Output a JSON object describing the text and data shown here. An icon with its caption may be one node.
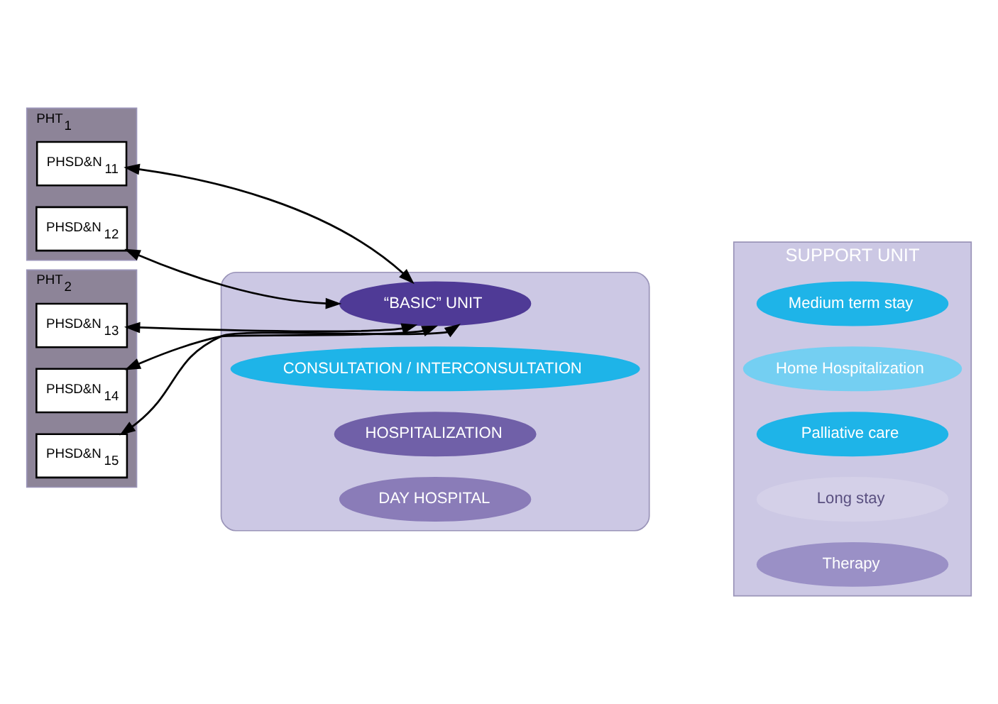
{
  "diagram": {
    "nodes": [
      {
        "text": [
          "PHT$_{1}$"
        ]
      },
      {
        "text": [
          "PHSD&N$_{11}$"
        ],
        "in": 0
      },
      {
        "text": [
          "PHSD&N$_{12}$"
        ],
        "in": 0
      },
      {
        "text": [
          "PHT$_{2}$"
        ]
      },
      {
        "text": [
          "PHSD&N$_{13}$"
        ],
        "in": 3
      },
      {
        "text": [
          "PHSD&N$_{14}$"
        ],
        "in": 3
      },
      {
        "text": [
          "PHSD&N$_{15}$"
        ],
        "in": 3
      },
      {
        "text": [],
        "shape": "cylinder"
      },
      {
        "text": [
          "“BASIC” UNIT"
        ],
        "in": 7
      },
      {
        "text": [
          "CONSULTATION / INTERCONSULTATION"
        ],
        "in": 7
      },
      {
        "text": [
          "HOSPITALIZATION"
        ],
        "in": 7
      },
      {
        "text": [
          "DAY HOSPITAL"
        ],
        "in": 7
      },
      {
        "text": [
          "SUPPORT UNIT"
        ]
      },
      {
        "text": [
          "Medium term stay"
        ],
        "in": 12
      },
      {
        "text": [
          "Home Hospitalization"
        ],
        "in": 12
      },
      {
        "text": [
          "Palliative care"
        ],
        "in": 12
      },
      {
        "text": [
          "Long stay"
        ],
        "in": 12
      },
      {
        "text": [
          "Therapy"
        ],
        "in": 12
      }
    ],
    "edges": [
      {
        "from": 8,
        "to": 1,
        "arrow": "both"
      },
      {
        "from": 8,
        "to": 2,
        "arrow": "both"
      },
      {
        "from": 8,
        "to": 4,
        "arrow": "both"
      },
      {
        "from": 8,
        "to": 5,
        "arrow": "both"
      },
      {
        "from": 8,
        "to": 6,
        "arrow": "both"
      }
    ]
  }
}
